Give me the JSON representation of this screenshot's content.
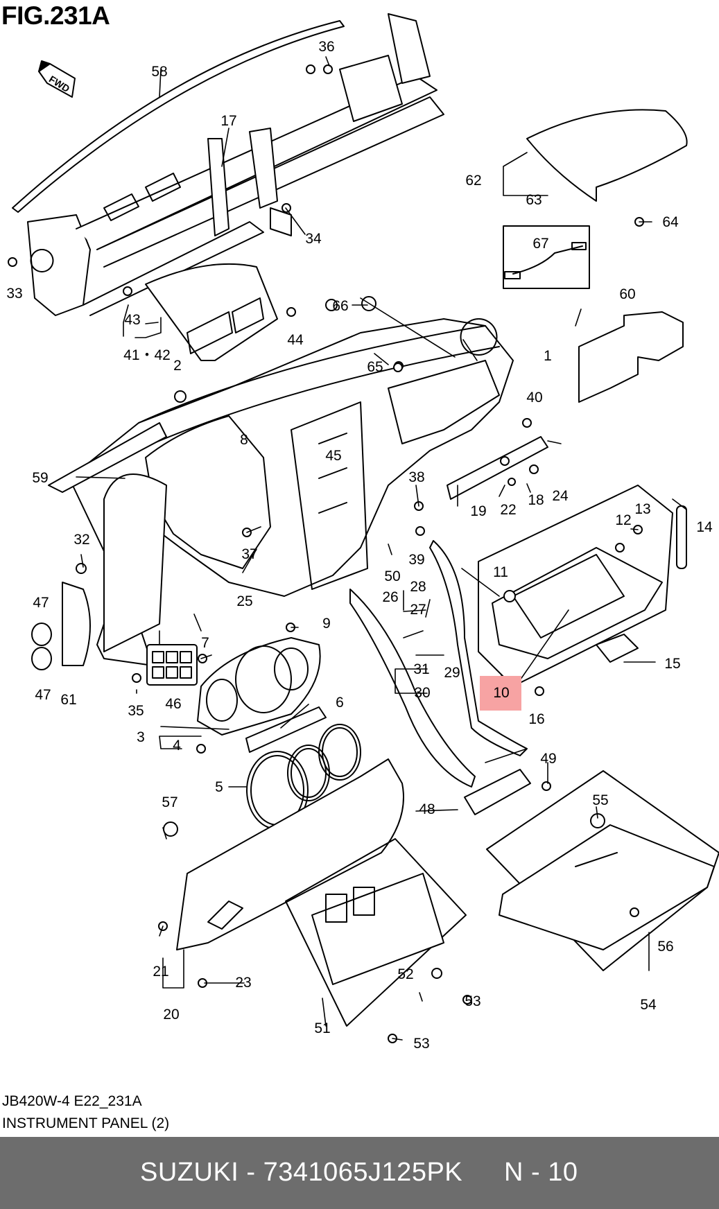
{
  "figure": {
    "title": "FIG.231A",
    "code": "JB420W-4 E22_231A",
    "name": "INSTRUMENT PANEL (2)",
    "fwd_label": "FWD",
    "highlight_color": "#f7a3a3"
  },
  "footer": {
    "part_line": "SUZUKI - 7341065J125PK",
    "position_line": "N - 10",
    "background": "#6d6d6d"
  },
  "callouts": [
    "1",
    "2",
    "3",
    "4",
    "5",
    "6",
    "7",
    "8",
    "9",
    "10",
    "11",
    "12",
    "13",
    "14",
    "15",
    "16",
    "17",
    "18",
    "19",
    "20",
    "21",
    "22",
    "23",
    "24",
    "25",
    "26",
    "27",
    "28",
    "29",
    "30",
    "31",
    "32",
    "33",
    "34",
    "35",
    "36",
    "37",
    "38",
    "39",
    "40",
    "41・42",
    "43",
    "44",
    "45",
    "46",
    "47",
    "47",
    "48",
    "49",
    "50",
    "51",
    "52",
    "53",
    "53",
    "54",
    "55",
    "56",
    "57",
    "58",
    "59",
    "60",
    "61",
    "62",
    "63",
    "64",
    "65",
    "66",
    "67"
  ],
  "highlighted_callout": "10"
}
